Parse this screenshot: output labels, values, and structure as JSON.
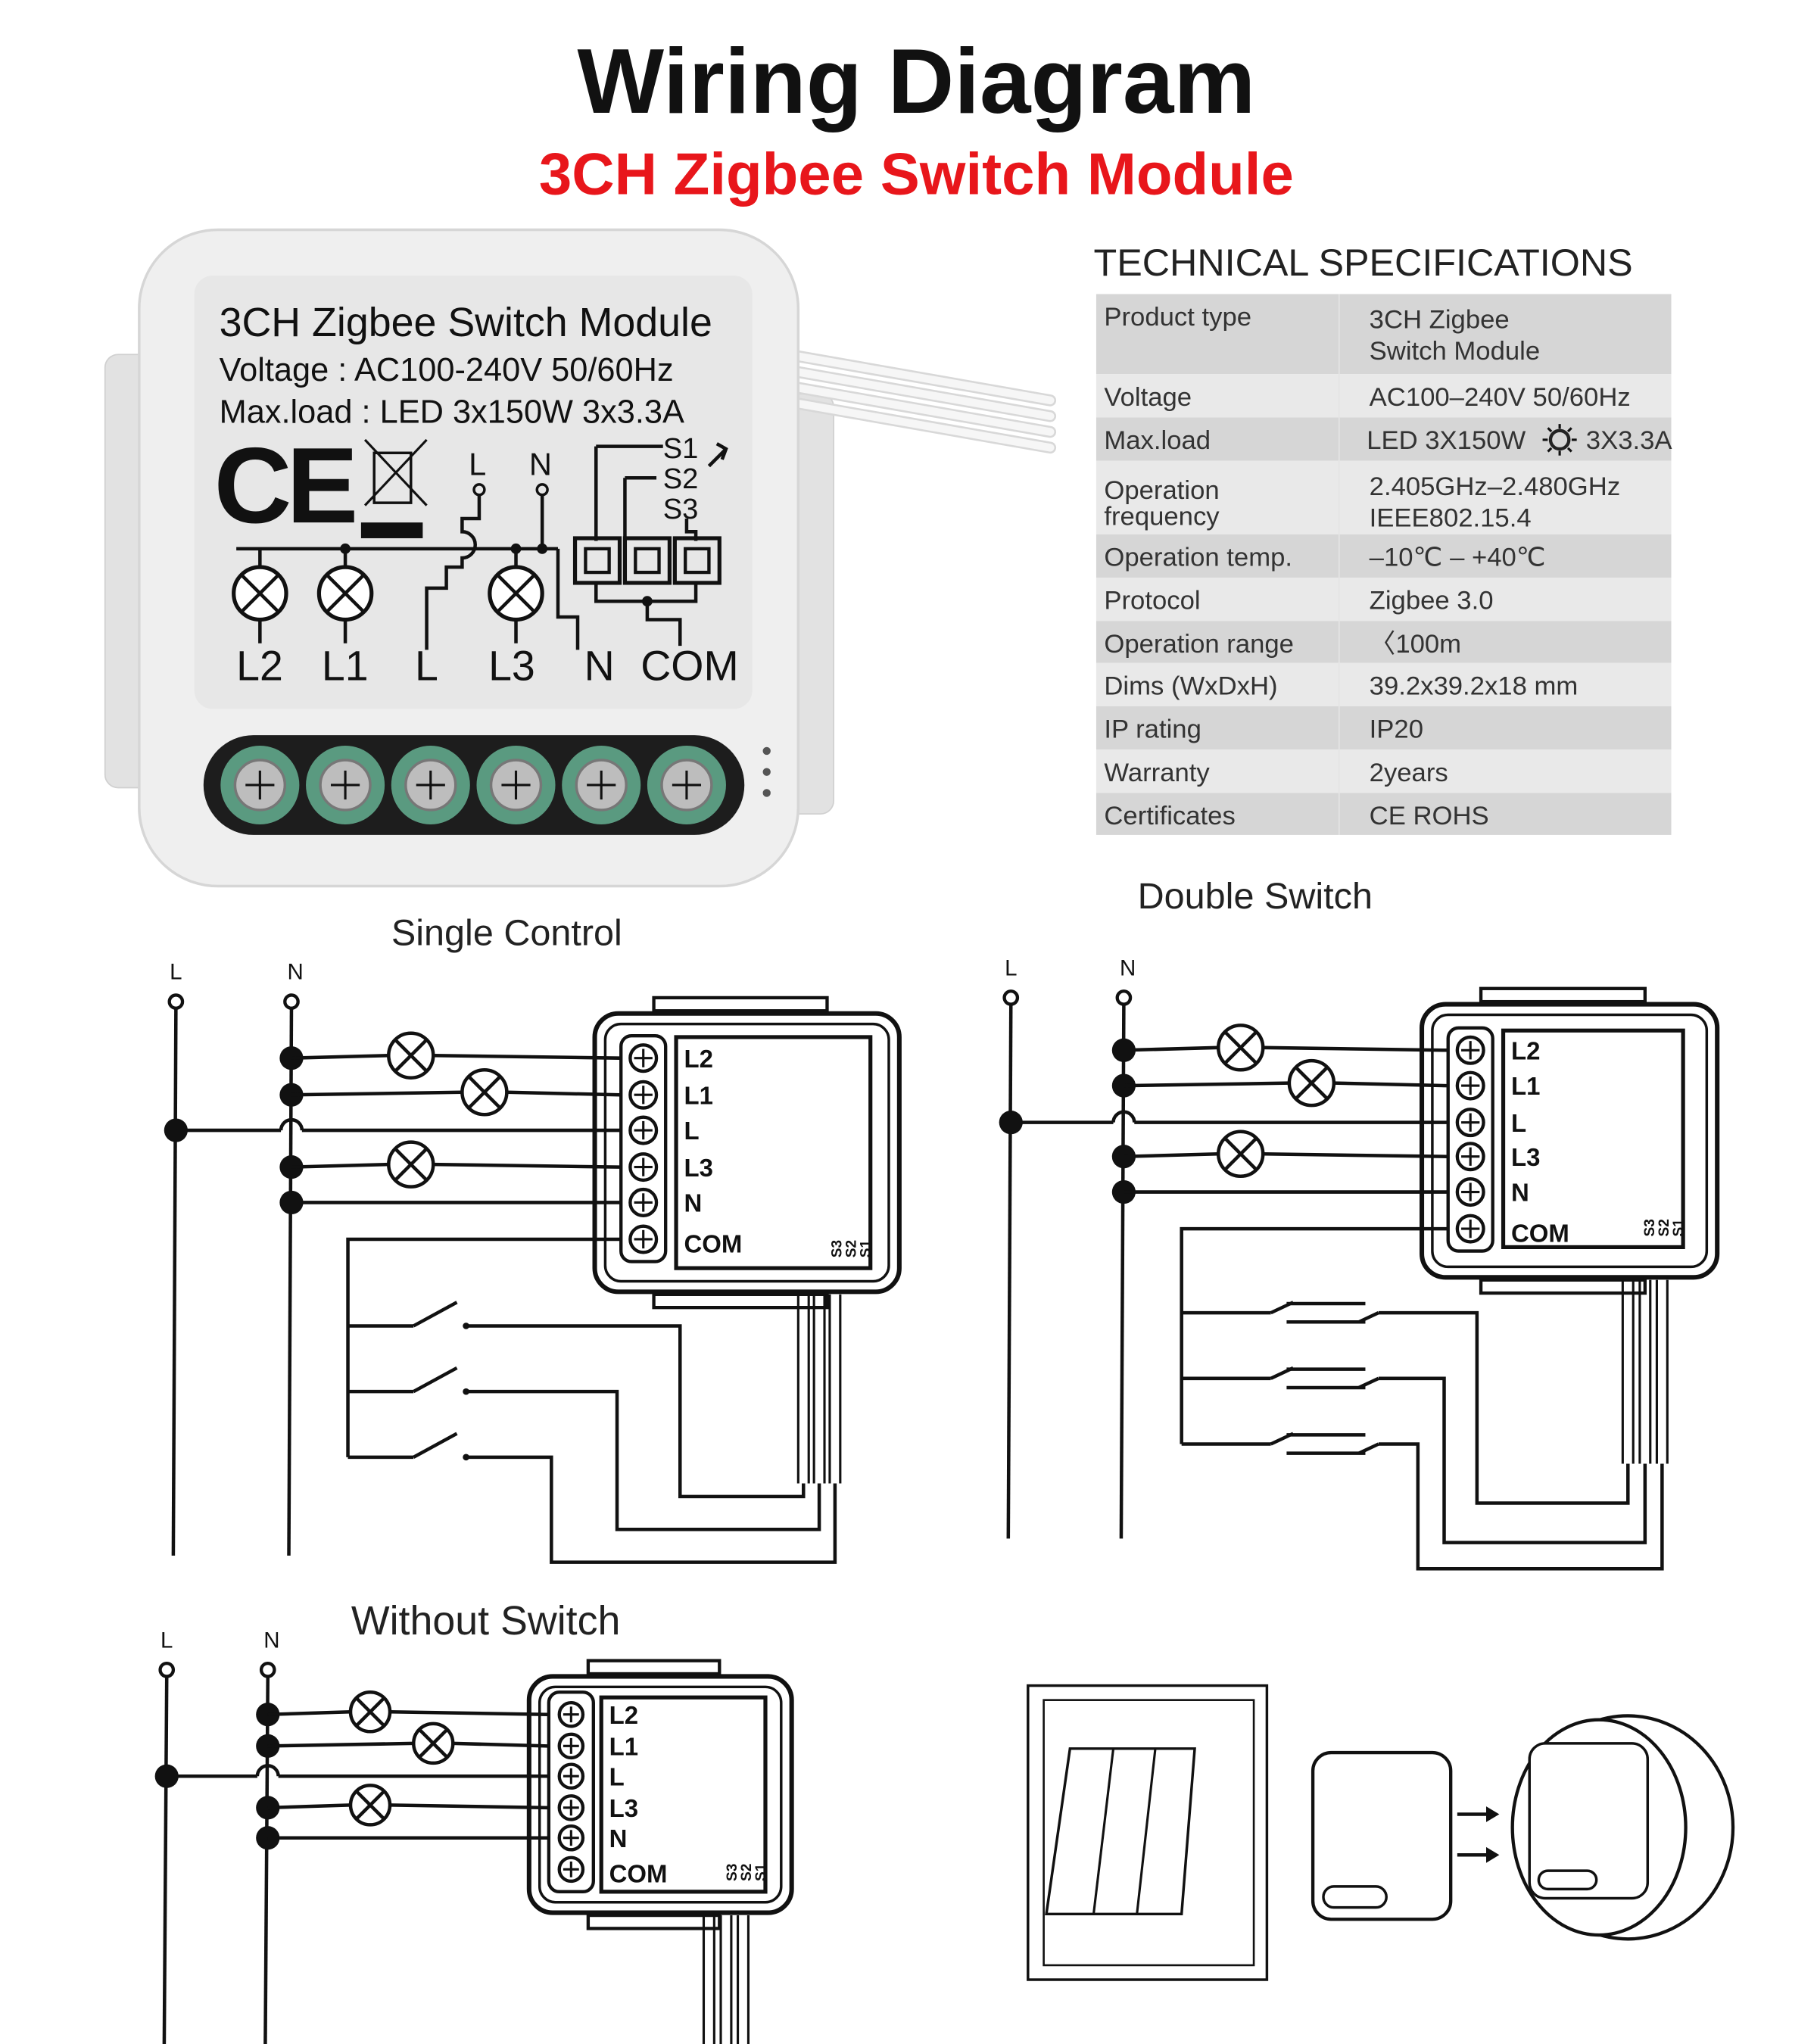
{
  "title": "Wiring Diagram",
  "subtitle": "3CH Zigbee Switch Module",
  "colors": {
    "subtitle": "#e8161b",
    "terminal_green": "#5a9a80",
    "table_dark": "#d6d6d6",
    "table_light": "#e9e9e9"
  },
  "device": {
    "label_lines": [
      "3CH Zigbee Switch Module",
      "Voltage : AC100-240V 50/60Hz",
      "Max.load : LED 3x150W  3x3.3A"
    ],
    "ce_mark": "CE",
    "top_terminals": [
      "L",
      "N"
    ],
    "switch_labels": [
      "S1",
      "S2",
      "S3"
    ],
    "bottom_terminals": [
      "L2",
      "L1",
      "L",
      "L3",
      "N",
      "COM"
    ]
  },
  "specs": {
    "heading": "TECHNICAL SPECIFICATIONS",
    "rows": [
      {
        "label": [
          "Product type"
        ],
        "value": [
          "3CH Zigbee",
          "Switch Module"
        ]
      },
      {
        "label": [
          "Voltage"
        ],
        "value": [
          "AC100–240V 50/60Hz"
        ]
      },
      {
        "label": [
          "Max.load"
        ],
        "value": [
          "LED 3X150W",
          "3X3.3A"
        ],
        "icon": "bulb-icon"
      },
      {
        "label": [
          "Operation",
          "frequency"
        ],
        "value": [
          "2.405GHz–2.480GHz",
          "IEEE802.15.4"
        ]
      },
      {
        "label": [
          "Operation temp."
        ],
        "value": [
          "–10℃  –  +40℃"
        ]
      },
      {
        "label": [
          "Protocol"
        ],
        "value": [
          "Zigbee  3.0"
        ]
      },
      {
        "label": [
          "Operation range"
        ],
        "value": [
          "〈100m"
        ]
      },
      {
        "label": [
          "Dims (WxDxH)"
        ],
        "value": [
          "39.2x39.2x18 mm"
        ]
      },
      {
        "label": [
          "IP rating"
        ],
        "value": [
          "IP20"
        ]
      },
      {
        "label": [
          "Warranty"
        ],
        "value": [
          "2years"
        ]
      },
      {
        "label": [
          "Certificates"
        ],
        "value": [
          "CE ROHS"
        ]
      }
    ]
  },
  "diagrams": {
    "single": {
      "title": "Single Control",
      "line_labels": [
        "L",
        "N"
      ],
      "terminals": [
        "L2",
        "L1",
        "L",
        "L3",
        "N",
        "COM"
      ],
      "switch_terminals": [
        "S3",
        "S2",
        "S1"
      ]
    },
    "double": {
      "title": "Double Switch",
      "line_labels": [
        "L",
        "N"
      ],
      "terminals": [
        "L2",
        "L1",
        "L",
        "L3",
        "N",
        "COM"
      ],
      "switch_terminals": [
        "S3",
        "S2",
        "S1"
      ]
    },
    "without": {
      "title": "Without Switch",
      "line_labels": [
        "L",
        "N"
      ],
      "terminals": [
        "L2",
        "L1",
        "L",
        "L3",
        "N",
        "COM"
      ],
      "switch_terminals": [
        "S3",
        "S2",
        "S1"
      ]
    }
  }
}
